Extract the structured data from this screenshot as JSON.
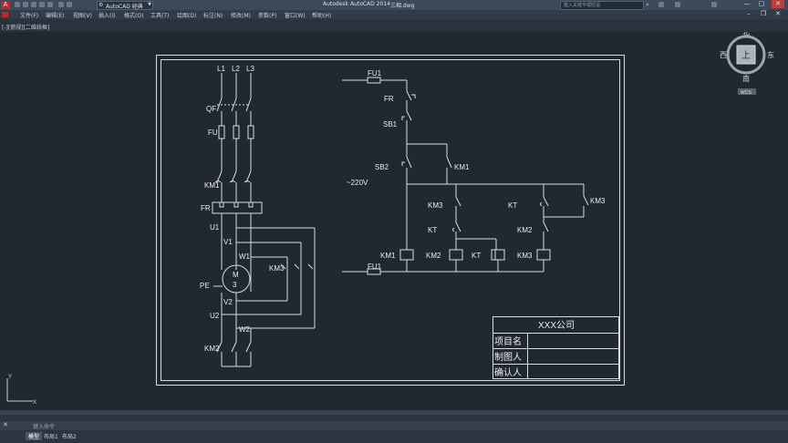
{
  "window": {
    "title_app": "Autodesk AutoCAD 2014",
    "title_file": "三相.dwg",
    "workspace": "AutoCAD 经典",
    "search_placeholder": "键入关键字或短语"
  },
  "menu": [
    "文件(F)",
    "编辑(E)",
    "视图(V)",
    "插入(I)",
    "格式(O)",
    "工具(T)",
    "绘图(D)",
    "标注(N)",
    "修改(M)",
    "参数(P)",
    "窗口(W)",
    "帮助(H)"
  ],
  "viewport_label": "[-][俯视][二维线框]",
  "viewcube": {
    "north": "北",
    "south": "南",
    "east": "东",
    "west": "西",
    "top": "上",
    "wcs": "WCS"
  },
  "command_prompt": "键入命令",
  "layout_tabs": [
    "模型",
    "布局1",
    "布局2"
  ],
  "ucs": {
    "x": "X",
    "y": "Y"
  },
  "circuit": {
    "phases": [
      "L1",
      "L2",
      "L3"
    ],
    "qf": "QF",
    "fu": "FU",
    "km1": "KM1",
    "fr": "FR",
    "km2": "KM2",
    "km3": "KM3",
    "pe": "PE",
    "motor_m": "M",
    "motor_3": "3",
    "u1": "U1",
    "v1": "V1",
    "w1": "W1",
    "u2": "U2",
    "v2": "V2",
    "w2": "W2",
    "fu1_top": "FU1",
    "fu1_bottom": "FU1",
    "ctrl_fr": "FR",
    "sb1": "SB1",
    "sb2": "SB2",
    "ctrl_km1": "KM1",
    "voltage": "~220V",
    "ctrl_km3_a": "KM3",
    "ctrl_kt_a": "KT",
    "ctrl_kt_b": "KT",
    "ctrl_km3_b": "KM3",
    "ctrl_km2_b": "KM2",
    "coils": [
      "KM1",
      "KM2",
      "KT",
      "KM3"
    ]
  },
  "title_block": {
    "company": "XXX公司",
    "project": "项目名",
    "drawn_by": "制图人",
    "confirmed_by": "确认人"
  }
}
